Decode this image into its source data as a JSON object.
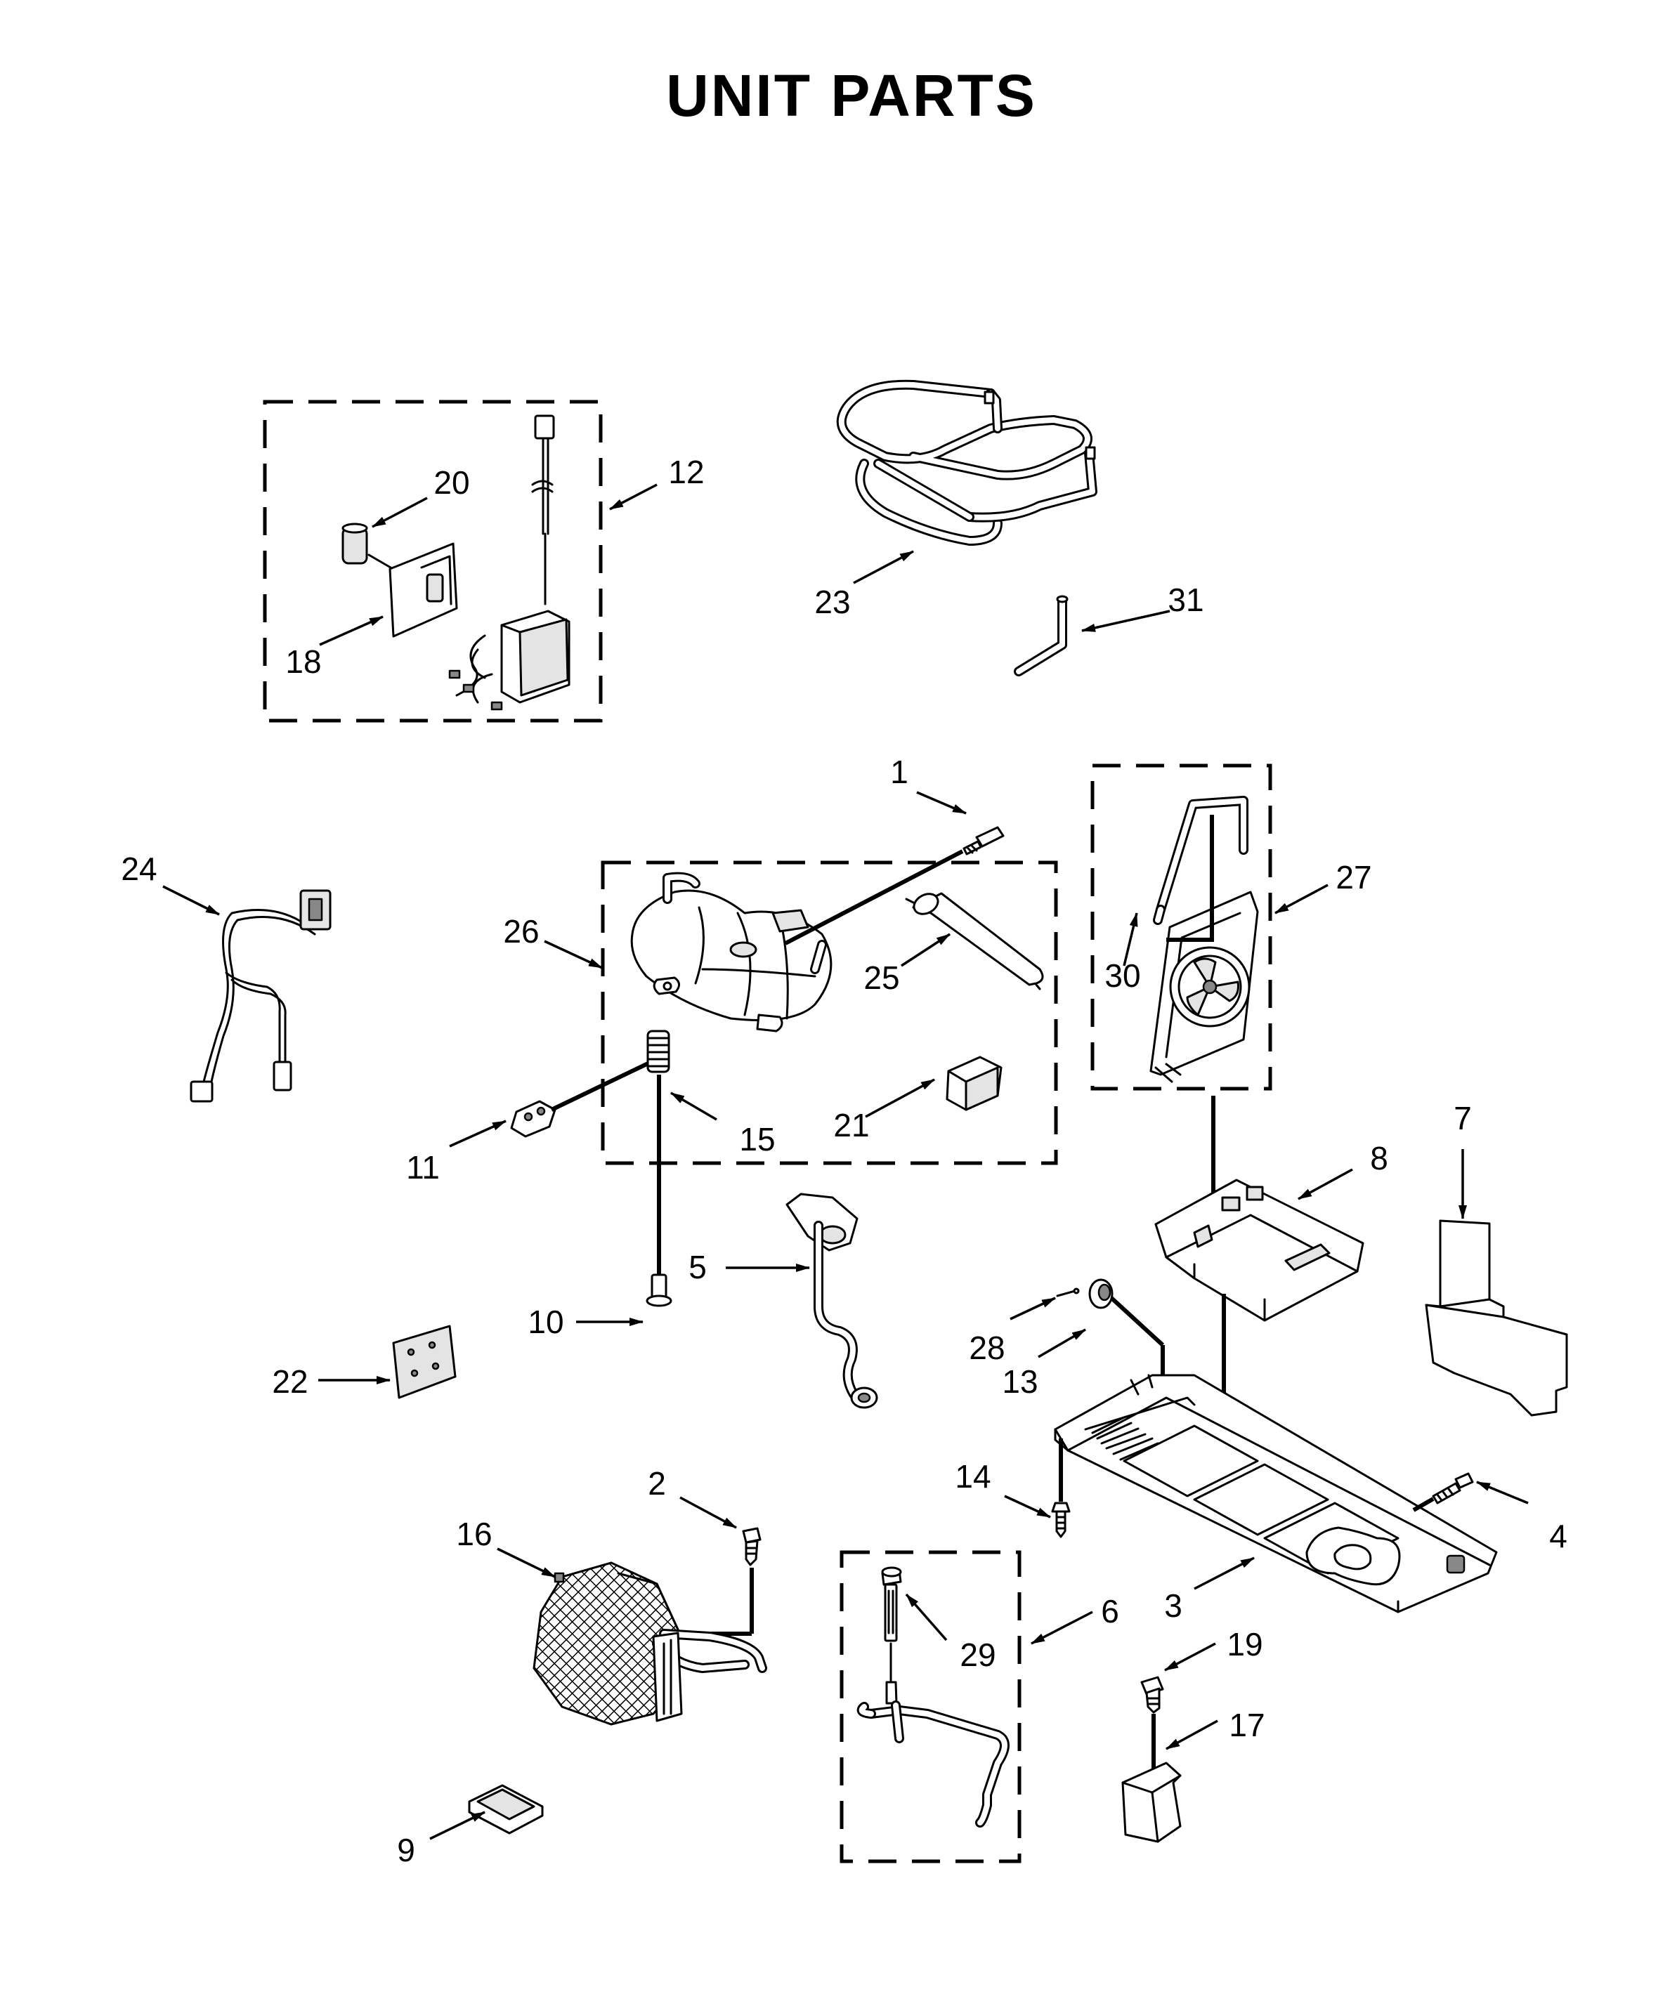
{
  "title": "UNIT PARTS",
  "callouts": {
    "c1": "1",
    "c2": "2",
    "c3": "3",
    "c4": "4",
    "c5": "5",
    "c6": "6",
    "c7": "7",
    "c8": "8",
    "c9": "9",
    "c10": "10",
    "c11": "11",
    "c12": "12",
    "c13": "13",
    "c14": "14",
    "c15": "15",
    "c16": "16",
    "c17": "17",
    "c18": "18",
    "c19": "19",
    "c20": "20",
    "c21": "21",
    "c22": "22",
    "c23": "23",
    "c24": "24",
    "c25": "25",
    "c26": "26",
    "c27": "27",
    "c28": "28",
    "c29": "29",
    "c30": "30",
    "c31": "31"
  },
  "icons": {
    "leader_arrow": "arrow-icon"
  }
}
